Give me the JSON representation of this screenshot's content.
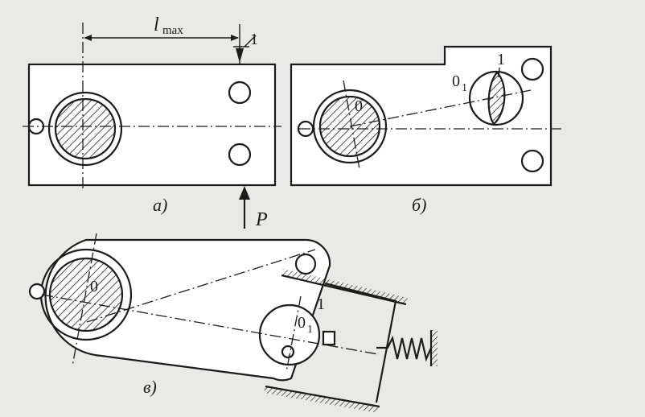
{
  "labels": {
    "lmax_main": "l",
    "lmax_sub": "max",
    "mark_1a": "1",
    "force_p": "P",
    "cap_a": "а)",
    "cap_b": "б)",
    "cap_v": "в)",
    "mark_1b": "1",
    "o1_b_main": "0",
    "o1_b_sub": "1",
    "o_b": "0",
    "o_v": "0",
    "o1_v_main": "0",
    "o1_v_sub": "1",
    "mark_1v": "1"
  },
  "colors": {
    "ink": "#1c1c1c",
    "paper": "#e9e9e7",
    "part_fill": "#ffffff"
  }
}
